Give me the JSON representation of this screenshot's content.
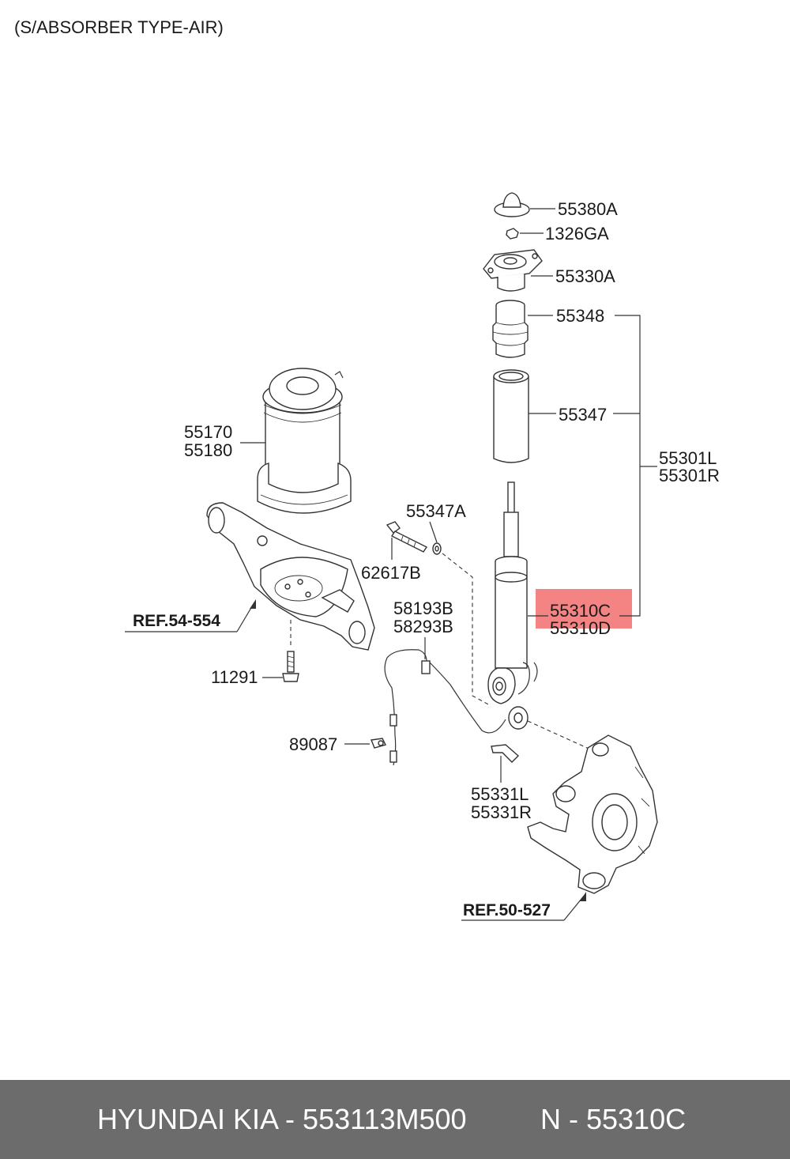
{
  "header": {
    "title": "(S/ABSORBER TYPE-AIR)"
  },
  "labels": {
    "p55380A": "55380A",
    "p1326GA": "1326GA",
    "p55330A": "55330A",
    "p55348": "55348",
    "p55347": "55347",
    "p55301L": "55301L",
    "p55301R": "55301R",
    "p55170": "55170",
    "p55180": "55180",
    "p55347A": "55347A",
    "p62617B": "62617B",
    "p55310C": "55310C",
    "p55310D": "55310D",
    "p58193B": "58193B",
    "p58293B": "58293B",
    "ref54": "REF.54-554",
    "p11291": "11291",
    "p89087": "89087",
    "p55331L": "55331L",
    "p55331R": "55331R",
    "ref50": "REF.50-527"
  },
  "highlight": {
    "color": "#f26d6d",
    "part": "55310C"
  },
  "footer": {
    "brand": "HYUNDAI  KIA - 553113M500",
    "part_number": "N - 55310C"
  }
}
